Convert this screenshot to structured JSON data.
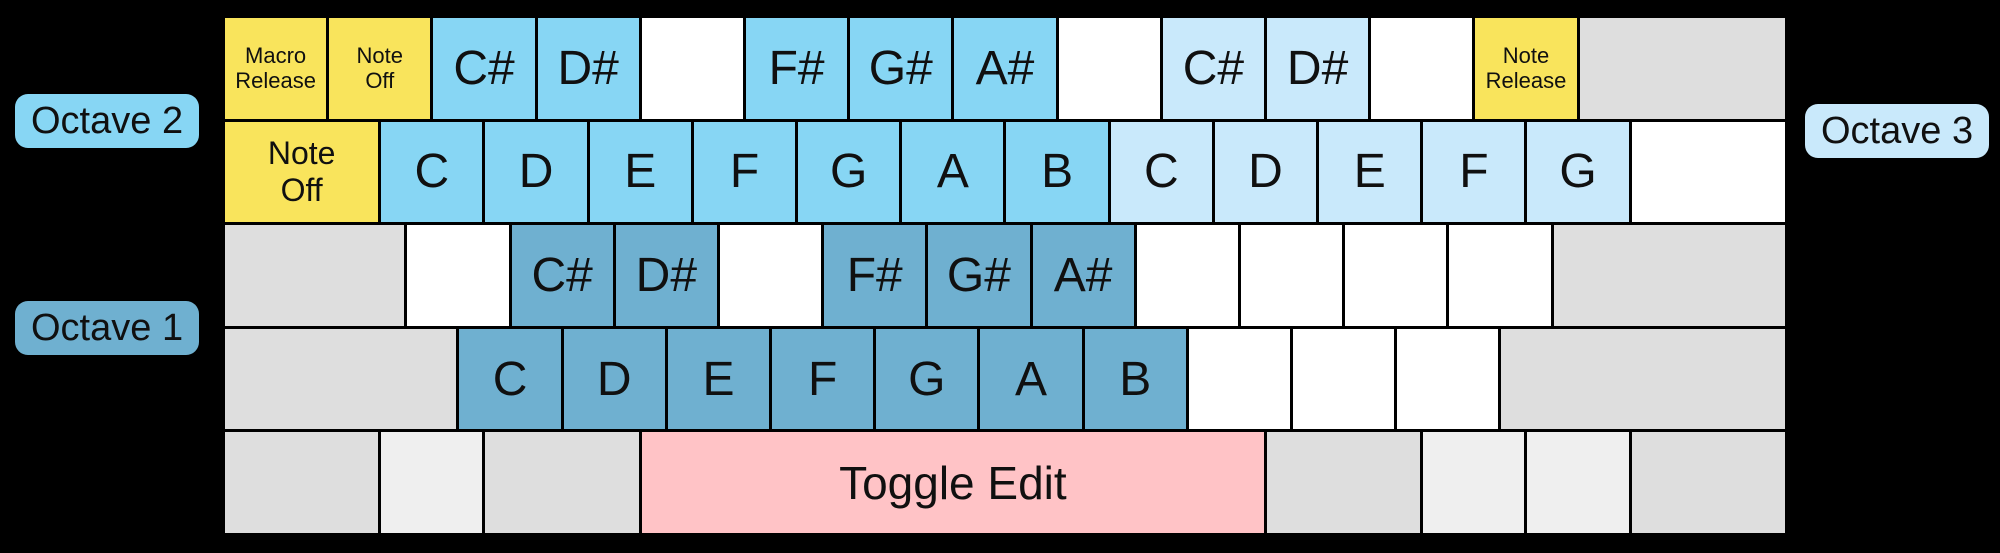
{
  "colors": {
    "background": "#000000",
    "border": "#000000",
    "yellow": "#F9E45C",
    "octave2": "#87D6F4",
    "octave3": "#C9E9FB",
    "octave1": "#6FB0D0",
    "pink": "#FFC3C6",
    "gray": "#DEDEDE",
    "graylight": "#EFEFEF",
    "white": "#FFFFFF"
  },
  "labels": {
    "octave2": "Octave 2",
    "octave1": "Octave 1",
    "octave3": "Octave 3"
  },
  "keyboard": {
    "rows": [
      {
        "keys": [
          {
            "name": "key-macro-release",
            "label": "Macro\nRelease",
            "color": "yellow",
            "u": 1,
            "fs": "small"
          },
          {
            "name": "key-note-off",
            "label": "Note\nOff",
            "color": "yellow",
            "u": 1,
            "fs": "small"
          },
          {
            "name": "key-oct2-c-sharp",
            "label": "C#",
            "color": "octave2",
            "u": 1,
            "fs": "note"
          },
          {
            "name": "key-oct2-d-sharp",
            "label": "D#",
            "color": "octave2",
            "u": 1,
            "fs": "note"
          },
          {
            "name": "key-unmapped",
            "label": "",
            "color": "white",
            "u": 1,
            "fs": "note"
          },
          {
            "name": "key-oct2-f-sharp",
            "label": "F#",
            "color": "octave2",
            "u": 1,
            "fs": "note"
          },
          {
            "name": "key-oct2-g-sharp",
            "label": "G#",
            "color": "octave2",
            "u": 1,
            "fs": "note"
          },
          {
            "name": "key-oct2-a-sharp",
            "label": "A#",
            "color": "octave2",
            "u": 1,
            "fs": "note"
          },
          {
            "name": "key-unmapped",
            "label": "",
            "color": "white",
            "u": 1,
            "fs": "note"
          },
          {
            "name": "key-oct3-c-sharp",
            "label": "C#",
            "color": "octave3",
            "u": 1,
            "fs": "note"
          },
          {
            "name": "key-oct3-d-sharp",
            "label": "D#",
            "color": "octave3",
            "u": 1,
            "fs": "note"
          },
          {
            "name": "key-unmapped",
            "label": "",
            "color": "white",
            "u": 1,
            "fs": "note"
          },
          {
            "name": "key-note-release",
            "label": "Note\nRelease",
            "color": "yellow",
            "u": 1,
            "fs": "small"
          },
          {
            "name": "key-unused",
            "label": "",
            "color": "gray",
            "u": 2,
            "fs": "note"
          }
        ]
      },
      {
        "keys": [
          {
            "name": "key-note-off-tab",
            "label": "Note\nOff",
            "color": "yellow",
            "u": 1.5,
            "fs": "medium"
          },
          {
            "name": "key-oct2-c",
            "label": "C",
            "color": "octave2",
            "u": 1,
            "fs": "note"
          },
          {
            "name": "key-oct2-d",
            "label": "D",
            "color": "octave2",
            "u": 1,
            "fs": "note"
          },
          {
            "name": "key-oct2-e",
            "label": "E",
            "color": "octave2",
            "u": 1,
            "fs": "note"
          },
          {
            "name": "key-oct2-f",
            "label": "F",
            "color": "octave2",
            "u": 1,
            "fs": "note"
          },
          {
            "name": "key-oct2-g",
            "label": "G",
            "color": "octave2",
            "u": 1,
            "fs": "note"
          },
          {
            "name": "key-oct2-a",
            "label": "A",
            "color": "octave2",
            "u": 1,
            "fs": "note"
          },
          {
            "name": "key-oct2-b",
            "label": "B",
            "color": "octave2",
            "u": 1,
            "fs": "note"
          },
          {
            "name": "key-oct3-c",
            "label": "C",
            "color": "octave3",
            "u": 1,
            "fs": "note"
          },
          {
            "name": "key-oct3-d",
            "label": "D",
            "color": "octave3",
            "u": 1,
            "fs": "note"
          },
          {
            "name": "key-oct3-e",
            "label": "E",
            "color": "octave3",
            "u": 1,
            "fs": "note"
          },
          {
            "name": "key-oct3-f",
            "label": "F",
            "color": "octave3",
            "u": 1,
            "fs": "note"
          },
          {
            "name": "key-oct3-g",
            "label": "G",
            "color": "octave3",
            "u": 1,
            "fs": "note"
          },
          {
            "name": "key-unmapped",
            "label": "",
            "color": "white",
            "u": 1.5,
            "fs": "note"
          }
        ]
      },
      {
        "keys": [
          {
            "name": "key-unused",
            "label": "",
            "color": "gray",
            "u": 1.75,
            "fs": "note"
          },
          {
            "name": "key-unmapped",
            "label": "",
            "color": "white",
            "u": 1,
            "fs": "note"
          },
          {
            "name": "key-oct1-c-sharp",
            "label": "C#",
            "color": "octave1",
            "u": 1,
            "fs": "note"
          },
          {
            "name": "key-oct1-d-sharp",
            "label": "D#",
            "color": "octave1",
            "u": 1,
            "fs": "note"
          },
          {
            "name": "key-unmapped",
            "label": "",
            "color": "white",
            "u": 1,
            "fs": "note"
          },
          {
            "name": "key-oct1-f-sharp",
            "label": "F#",
            "color": "octave1",
            "u": 1,
            "fs": "note"
          },
          {
            "name": "key-oct1-g-sharp",
            "label": "G#",
            "color": "octave1",
            "u": 1,
            "fs": "note"
          },
          {
            "name": "key-oct1-a-sharp",
            "label": "A#",
            "color": "octave1",
            "u": 1,
            "fs": "note"
          },
          {
            "name": "key-unmapped",
            "label": "",
            "color": "white",
            "u": 1,
            "fs": "note"
          },
          {
            "name": "key-unmapped",
            "label": "",
            "color": "white",
            "u": 1,
            "fs": "note"
          },
          {
            "name": "key-unmapped",
            "label": "",
            "color": "white",
            "u": 1,
            "fs": "note"
          },
          {
            "name": "key-unmapped",
            "label": "",
            "color": "white",
            "u": 1,
            "fs": "note"
          },
          {
            "name": "key-unused",
            "label": "",
            "color": "gray",
            "u": 2.25,
            "fs": "note"
          }
        ]
      },
      {
        "keys": [
          {
            "name": "key-unused",
            "label": "",
            "color": "gray",
            "u": 2.25,
            "fs": "note"
          },
          {
            "name": "key-oct1-c",
            "label": "C",
            "color": "octave1",
            "u": 1,
            "fs": "note"
          },
          {
            "name": "key-oct1-d",
            "label": "D",
            "color": "octave1",
            "u": 1,
            "fs": "note"
          },
          {
            "name": "key-oct1-e",
            "label": "E",
            "color": "octave1",
            "u": 1,
            "fs": "note"
          },
          {
            "name": "key-oct1-f",
            "label": "F",
            "color": "octave1",
            "u": 1,
            "fs": "note"
          },
          {
            "name": "key-oct1-g",
            "label": "G",
            "color": "octave1",
            "u": 1,
            "fs": "note"
          },
          {
            "name": "key-oct1-a",
            "label": "A",
            "color": "octave1",
            "u": 1,
            "fs": "note"
          },
          {
            "name": "key-oct1-b",
            "label": "B",
            "color": "octave1",
            "u": 1,
            "fs": "note"
          },
          {
            "name": "key-unmapped",
            "label": "",
            "color": "white",
            "u": 1,
            "fs": "note"
          },
          {
            "name": "key-unmapped",
            "label": "",
            "color": "white",
            "u": 1,
            "fs": "note"
          },
          {
            "name": "key-unmapped",
            "label": "",
            "color": "white",
            "u": 1,
            "fs": "note"
          },
          {
            "name": "key-unused",
            "label": "",
            "color": "gray",
            "u": 2.75,
            "fs": "note"
          }
        ]
      },
      {
        "keys": [
          {
            "name": "key-unused",
            "label": "",
            "color": "gray",
            "u": 1.5,
            "fs": "note"
          },
          {
            "name": "key-unused",
            "label": "",
            "color": "graylight",
            "u": 1,
            "fs": "note"
          },
          {
            "name": "key-unused",
            "label": "",
            "color": "gray",
            "u": 1.5,
            "fs": "note"
          },
          {
            "name": "key-toggle-edit",
            "label": "Toggle Edit",
            "color": "pink",
            "u": 6,
            "fs": "toggle"
          },
          {
            "name": "key-unused",
            "label": "",
            "color": "gray",
            "u": 1.5,
            "fs": "note"
          },
          {
            "name": "key-unused",
            "label": "",
            "color": "graylight",
            "u": 1,
            "fs": "note"
          },
          {
            "name": "key-unused",
            "label": "",
            "color": "graylight",
            "u": 1,
            "fs": "note"
          },
          {
            "name": "key-unused",
            "label": "",
            "color": "gray",
            "u": 1.5,
            "fs": "note"
          }
        ]
      }
    ]
  }
}
